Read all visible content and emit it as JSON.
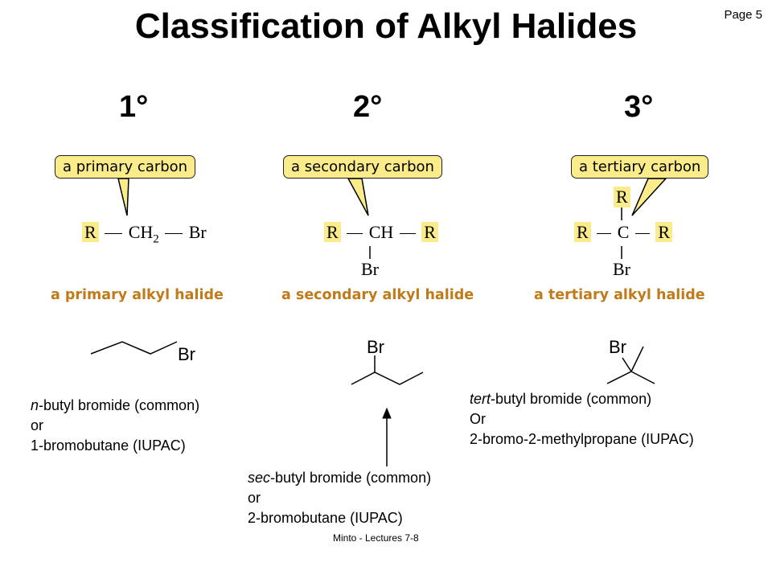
{
  "slide": {
    "title": "Classification of Alkyl Halides",
    "page": "Page  5",
    "footer": "Minto - Lectures 7-8"
  },
  "columns": [
    {
      "degree": "1°",
      "callout": "a primary carbon",
      "formula": {
        "r": "R",
        "c": "CH",
        "sub": "2",
        "br": "Br"
      },
      "halide_label": "a primary alkyl halide",
      "skeleton_br": "Br",
      "name_common_italic": "n",
      "name_common_rest": "-butyl bromide (common)",
      "name_or": "or",
      "name_iupac": "1-bromobutane (IUPAC)"
    },
    {
      "degree": "2°",
      "callout": "a secondary carbon",
      "formula": {
        "r1": "R",
        "c": "CH",
        "r2": "R",
        "br": "Br"
      },
      "halide_label": "a secondary alkyl halide",
      "skeleton_br": "Br",
      "name_common_italic": "sec",
      "name_common_rest": "-butyl bromide (common)",
      "name_or": "or",
      "name_iupac": "2-bromobutane (IUPAC)"
    },
    {
      "degree": "3°",
      "callout": "a tertiary carbon",
      "formula": {
        "r_top": "R",
        "r1": "R",
        "c": "C",
        "r2": "R",
        "br": "Br"
      },
      "halide_label": "a tertiary alkyl halide",
      "skeleton_br": "Br",
      "name_common_italic": "tert",
      "name_common_rest": "-butyl bromide (common)",
      "name_or": "Or",
      "name_iupac": "2-bromo-2-methylpropane (IUPAC)"
    }
  ],
  "colors": {
    "highlight": "#fbec8b",
    "halide_label": "#c07a18"
  }
}
